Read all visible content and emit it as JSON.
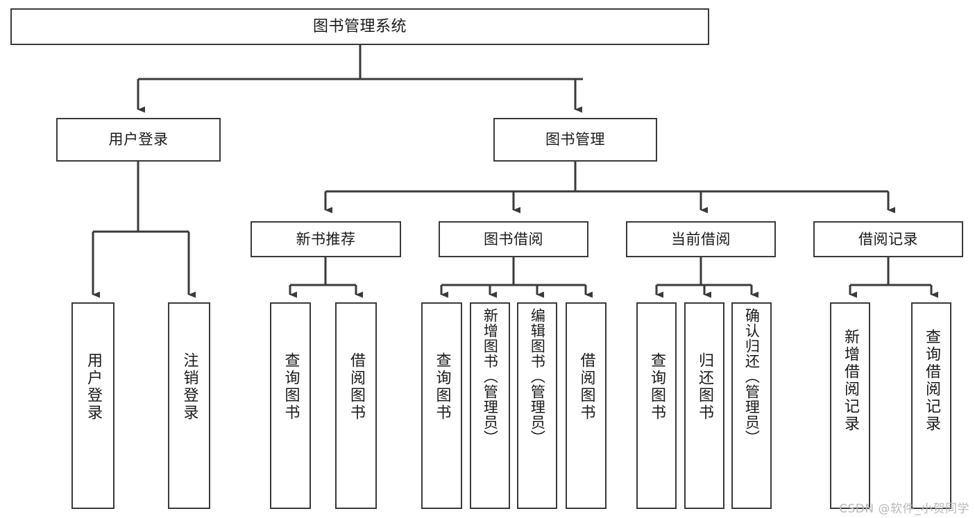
{
  "diagram": {
    "title": "图书管理系统",
    "type": "tree-structure-chart",
    "background_color": "#ffffff",
    "line_color": "#3a3a3a",
    "text_color": "#1a1a1a",
    "nodes": {
      "root": {
        "label": "图书管理系统"
      },
      "level2": [
        {
          "id": "user-login",
          "label": "用户登录"
        },
        {
          "id": "book-management",
          "label": "图书管理"
        }
      ],
      "level3": [
        {
          "id": "new-book-recommend",
          "label": "新书推荐"
        },
        {
          "id": "book-borrow",
          "label": "图书借阅"
        },
        {
          "id": "current-borrow",
          "label": "当前借阅"
        },
        {
          "id": "borrow-record",
          "label": "借阅记录"
        }
      ],
      "leaves": [
        {
          "id": "leaf-user-login",
          "label": "用户登录",
          "parent": "user-login"
        },
        {
          "id": "leaf-logout-login",
          "label": "注销登录",
          "parent": "user-login"
        },
        {
          "id": "leaf-query-book-1",
          "label": "查询图书",
          "parent": "new-book-recommend"
        },
        {
          "id": "leaf-borrow-book-1",
          "label": "借阅图书",
          "parent": "new-book-recommend"
        },
        {
          "id": "leaf-query-book-2",
          "label": "查询图书",
          "parent": "book-borrow"
        },
        {
          "id": "leaf-add-book",
          "label": "新增图书（管理员）",
          "parent": "book-borrow"
        },
        {
          "id": "leaf-edit-book",
          "label": "编辑图书（管理员）",
          "parent": "book-borrow"
        },
        {
          "id": "leaf-borrow-book-2",
          "label": "借阅图书",
          "parent": "book-borrow"
        },
        {
          "id": "leaf-query-book-3",
          "label": "查询图书",
          "parent": "current-borrow"
        },
        {
          "id": "leaf-return-book",
          "label": "归还图书",
          "parent": "current-borrow"
        },
        {
          "id": "leaf-confirm-return",
          "label": "确认归还（管理员）",
          "parent": "current-borrow"
        },
        {
          "id": "leaf-add-record",
          "label": "新增借阅记录",
          "parent": "borrow-record"
        },
        {
          "id": "leaf-query-record",
          "label": "查询借阅记录",
          "parent": "borrow-record"
        }
      ]
    }
  },
  "watermark": {
    "text": "CSDN @软件_小贺同学"
  }
}
